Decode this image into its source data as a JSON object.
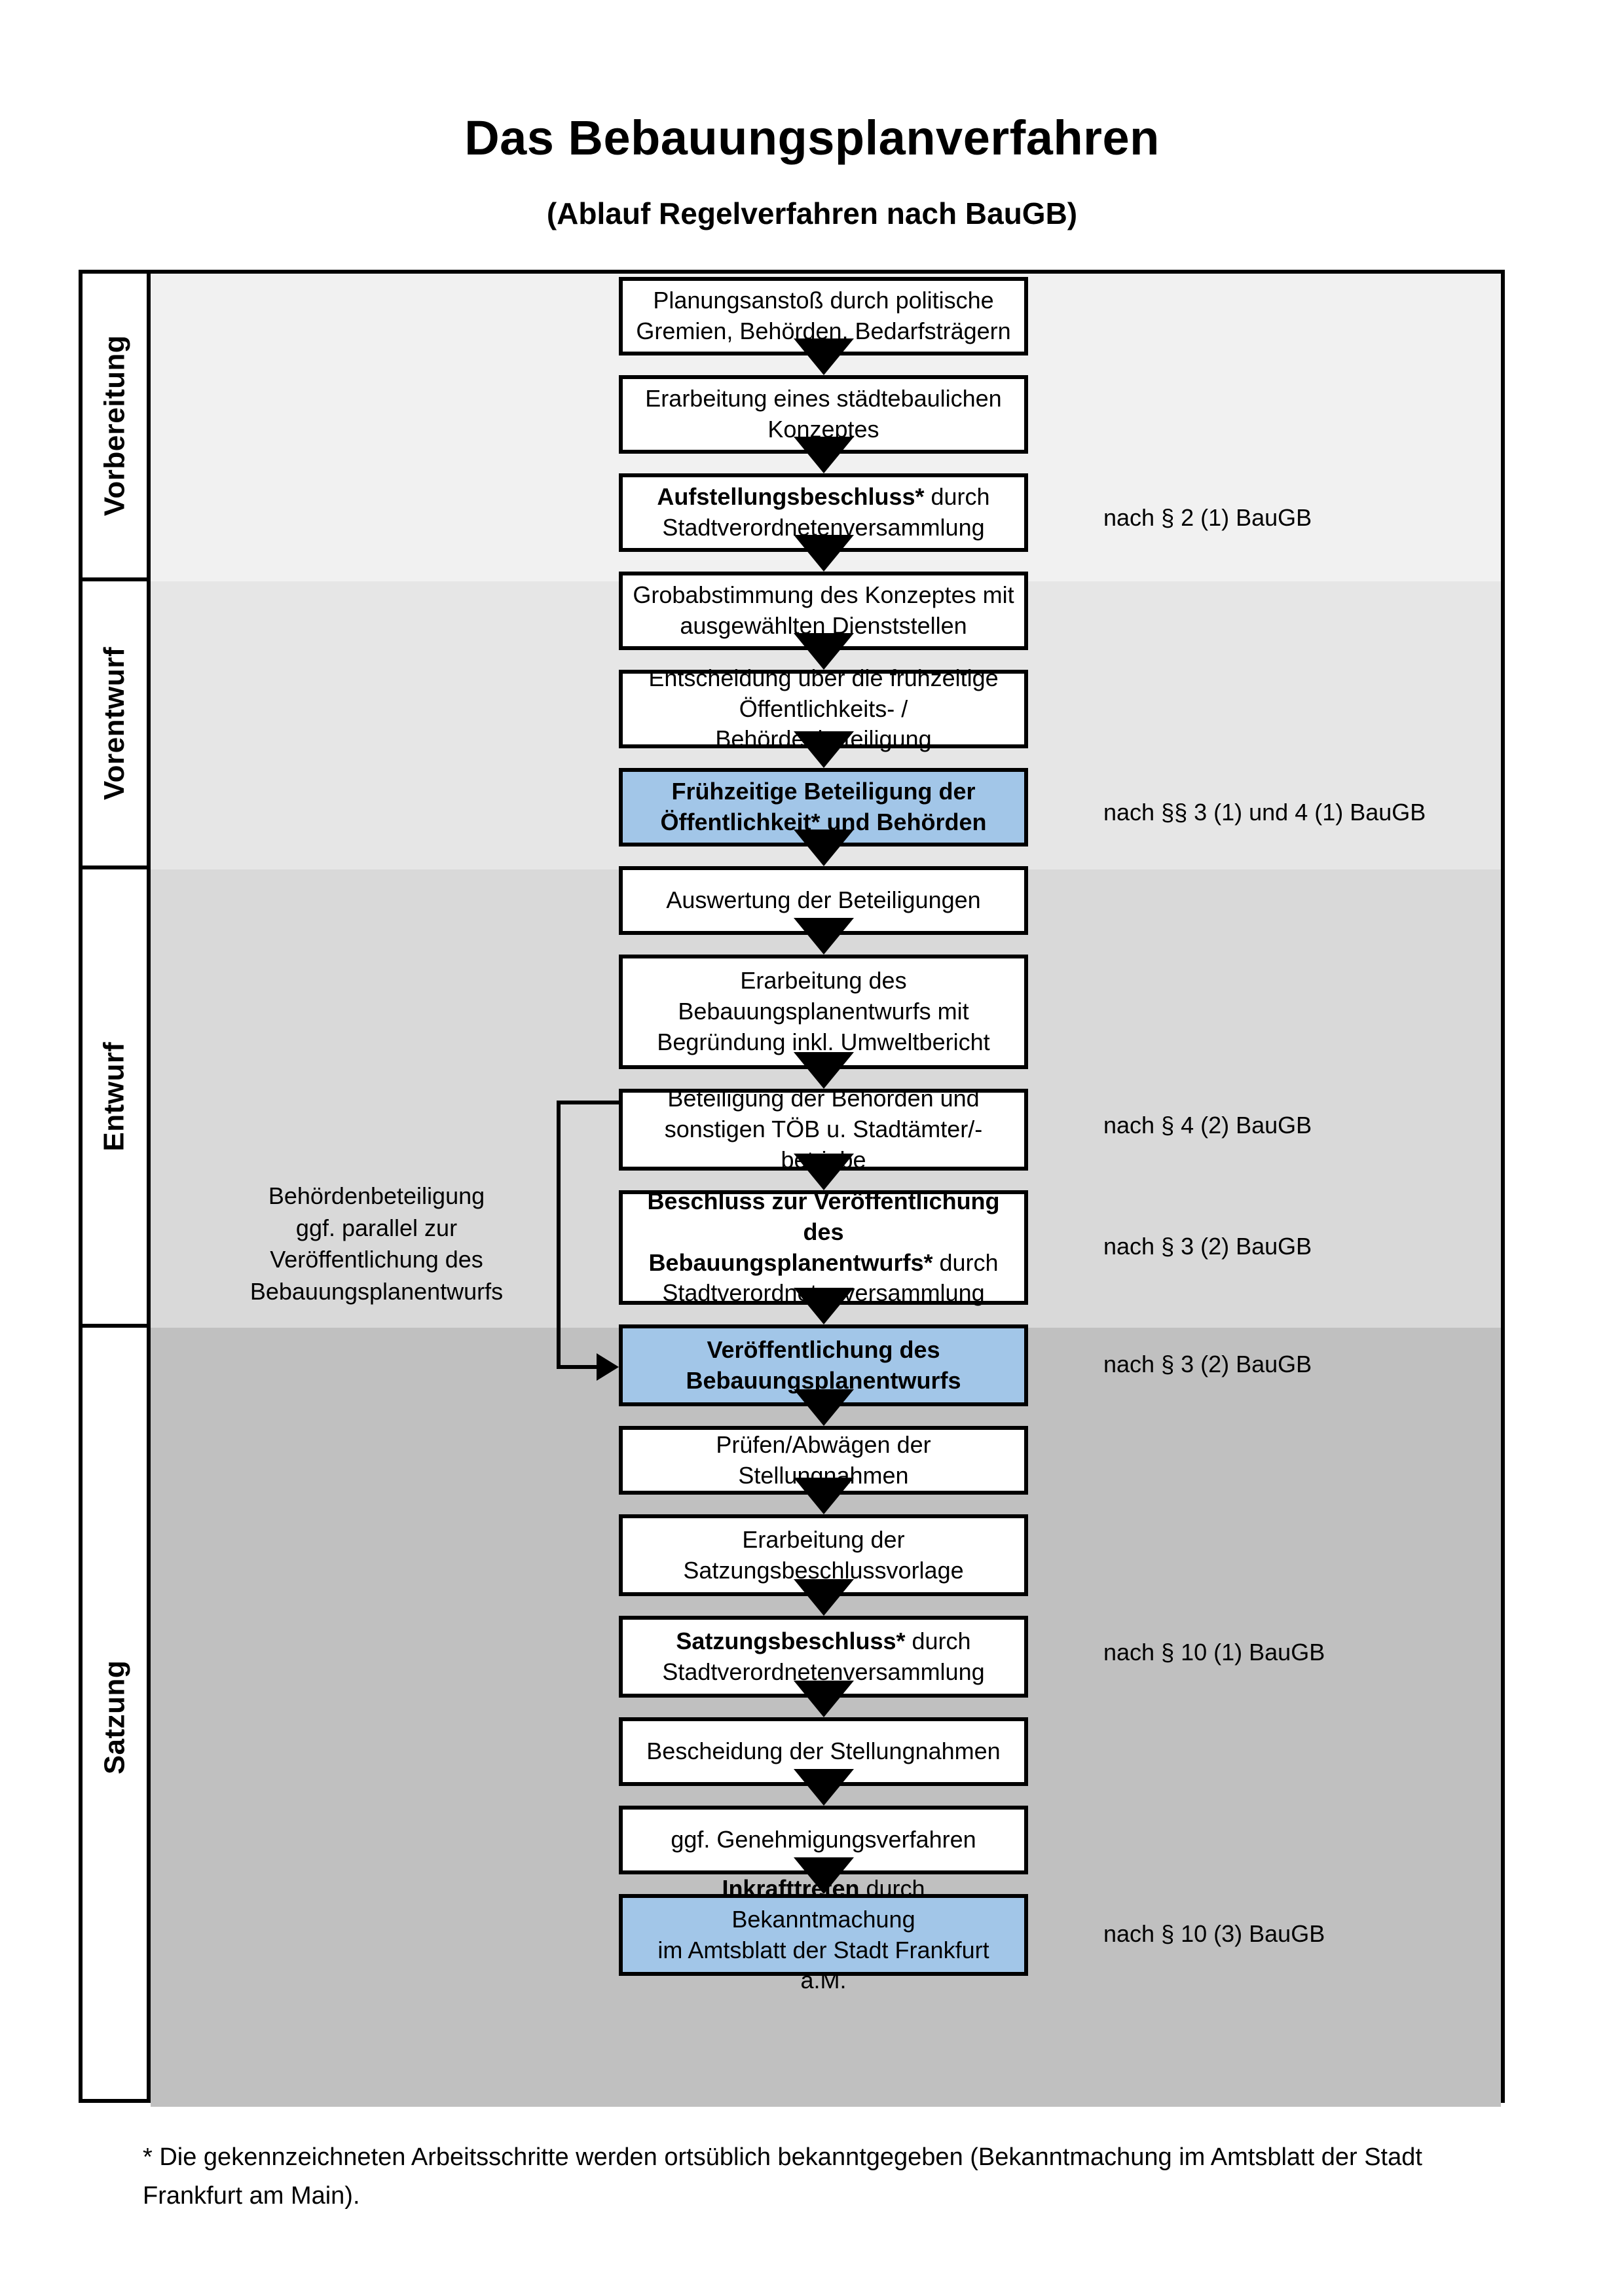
{
  "header": {
    "title": "Das Bebauungsplanverfahren",
    "subtitle": "(Ablauf Regelverfahren nach BauGB)"
  },
  "colors": {
    "highlight_box": "#a2c6e8",
    "band_vorbereitung": "#f1f1f1",
    "band_vorentwurf": "#e6e6e6",
    "band_entwurf": "#d9d9d9",
    "band_satzung": "#c0c0c0",
    "border": "#000000"
  },
  "phases": [
    {
      "label": "Vorbereitung"
    },
    {
      "label": "Vorentwurf"
    },
    {
      "label": "Entwurf"
    },
    {
      "label": "Satzung"
    }
  ],
  "steps": [
    {
      "id": "planungsanstoss",
      "lines": [
        "Planungsanstoß durch politische",
        "Gremien, Behörden, Bedarfsträgern"
      ],
      "bold_prefix": "",
      "highlight": false
    },
    {
      "id": "konzept",
      "lines": [
        "Erarbeitung eines städtebaulichen",
        "Konzeptes"
      ],
      "bold_prefix": "",
      "highlight": false
    },
    {
      "id": "aufstellungsbeschluss",
      "lines": [
        "Aufstellungsbeschluss* durch",
        "Stadtverordnetenversammlung"
      ],
      "bold_prefix": "Aufstellungsbeschluss*",
      "highlight": false
    },
    {
      "id": "grobabstimmung",
      "lines": [
        "Grobabstimmung des Konzeptes mit",
        "ausgewählten Dienststellen"
      ],
      "bold_prefix": "",
      "highlight": false
    },
    {
      "id": "entscheidung-beteiligung",
      "lines": [
        "Entscheidung über die frühzeitige",
        "Öffentlichkeits- / Behördenbeteiligung"
      ],
      "bold_prefix": "",
      "highlight": false
    },
    {
      "id": "fruehzeitige-beteiligung",
      "lines": [
        "Frühzeitige Beteiligung der",
        "Öffentlichkeit* und Behörden"
      ],
      "bold_prefix": "ALL",
      "highlight": true
    },
    {
      "id": "auswertung",
      "lines": [
        "Auswertung der Beteiligungen"
      ],
      "bold_prefix": "",
      "highlight": false
    },
    {
      "id": "erarbeitung-entwurf",
      "lines": [
        "Erarbeitung des",
        "Bebauungsplanentwurfs mit",
        "Begründung inkl. Umweltbericht"
      ],
      "bold_prefix": "",
      "highlight": false
    },
    {
      "id": "beteiligung-behoerden",
      "lines": [
        "Beteiligung der Behörden und",
        "sonstigen TÖB u. Stadtämter/-betriebe"
      ],
      "bold_prefix": "",
      "highlight": false
    },
    {
      "id": "beschluss-veroeffentlichung",
      "lines": [
        "Beschluss zur Veröffentlichung des",
        "Bebauungsplanentwurfs* durch",
        "Stadtverordnetenversammlung"
      ],
      "bold_prefix": "Beschluss zur Veröffentlichung des Bebauungsplanentwurfs*",
      "highlight": false
    },
    {
      "id": "veroeffentlichung-entwurf",
      "lines": [
        "Veröffentlichung des",
        "Bebauungsplanentwurfs"
      ],
      "bold_prefix": "ALL",
      "highlight": true
    },
    {
      "id": "pruefen-abwaegen",
      "lines": [
        "Prüfen/Abwägen der Stellungnahmen"
      ],
      "bold_prefix": "",
      "highlight": false
    },
    {
      "id": "satzungsbeschlussvorlage",
      "lines": [
        "Erarbeitung der",
        "Satzungsbeschlussvorlage"
      ],
      "bold_prefix": "",
      "highlight": false
    },
    {
      "id": "satzungsbeschluss",
      "lines": [
        "Satzungsbeschluss* durch",
        "Stadtverordnetenversammlung"
      ],
      "bold_prefix": "Satzungsbeschluss*",
      "highlight": false
    },
    {
      "id": "bescheidung",
      "lines": [
        "Bescheidung der Stellungnahmen"
      ],
      "bold_prefix": "",
      "highlight": false
    },
    {
      "id": "genehmigungsverfahren",
      "lines": [
        "ggf. Genehmigungsverfahren"
      ],
      "bold_prefix": "",
      "highlight": false
    },
    {
      "id": "inkrafttreten",
      "lines": [
        "Inkrafttreten durch Bekanntmachung",
        "im Amtsblatt der Stadt Frankfurt a.M."
      ],
      "bold_prefix": "Inkrafttreten",
      "highlight": true
    }
  ],
  "legal_refs": [
    {
      "id": "ref-par2-1",
      "text": "nach § 2 (1) BauGB"
    },
    {
      "id": "ref-par3-1-4-1",
      "text": "nach §§ 3 (1) und 4 (1) BauGB"
    },
    {
      "id": "ref-par4-2",
      "text": "nach § 4 (2) BauGB"
    },
    {
      "id": "ref-par3-2-a",
      "text": "nach § 3 (2) BauGB"
    },
    {
      "id": "ref-par3-2-b",
      "text": "nach § 3 (2) BauGB"
    },
    {
      "id": "ref-par10-1",
      "text": "nach § 10 (1) BauGB"
    },
    {
      "id": "ref-par10-3",
      "text": "nach § 10 (3) BauGB"
    }
  ],
  "side_note": {
    "lines": [
      "Behördenbeteiligung",
      "ggf. parallel zur",
      "Veröffentlichung des",
      "Bebauungsplanentwurfs"
    ]
  },
  "footnote": {
    "text": "* Die gekennzeichneten Arbeitsschritte werden ortsüblich bekanntgegeben (Bekanntmachung im Amtsblatt  der Stadt Frankfurt am Main)."
  }
}
